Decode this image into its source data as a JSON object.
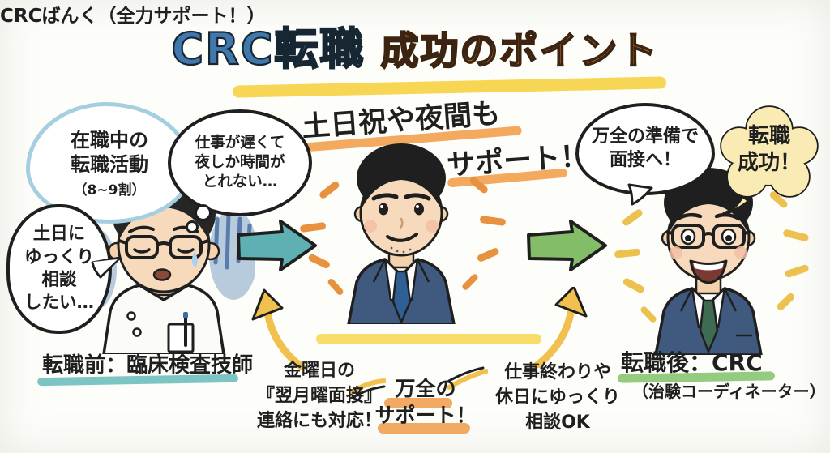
{
  "title": {
    "highlight": "CRC転職",
    "rest": "成功のポイント"
  },
  "before": {
    "bubble_activity_main": "在職中の\n転職活動",
    "bubble_activity_sub": "（8~9割）",
    "bubble_night": "仕事が遅くて\n夜しか時間が\nとれない…",
    "bubble_weekend": "土日に\nゆっくり\n相談\nしたい…",
    "label": "転職前：臨床検査技師"
  },
  "center": {
    "heading_line1": "土日祝や夜間も",
    "heading_line2": "サポート！",
    "label": "CRCばんく（全力サポート！）"
  },
  "support_notes": {
    "friday": "金曜日の\n『翌月曜面接』\n連絡にも対応！",
    "full_line1": "万全の",
    "full_line2": "サポート！",
    "evening": "仕事終わりや\n休日にゆっくり\n相談OK"
  },
  "after": {
    "bubble_prepared": "万全の準備で\n面接へ！",
    "bubble_success": "転職\n成功！",
    "label_main": "転職後：CRC",
    "label_sub": "（治験コーディネーター）"
  },
  "colors": {
    "title_blue": "#4077ad",
    "title_orange": "#e8913f",
    "title_underline_yellow": "#f6d654",
    "bubble_outline_blue": "#a5cfe0",
    "underline_teal": "#7cc5c3",
    "underline_green": "#95cb7f",
    "heading_underline_orange": "#f3aa5f",
    "agent_underline_yellow": "#f8dd6a",
    "highlight_orange": "#f2a963",
    "arrow_teal": "#5fb0b3",
    "arrow_green": "#84bd68",
    "curved_arrow_gold": "#f1c04f",
    "cloud_yellow": "#faeab4",
    "sparkle_orange": "#e8913f",
    "sparkle_yellow": "#ecc14f"
  }
}
